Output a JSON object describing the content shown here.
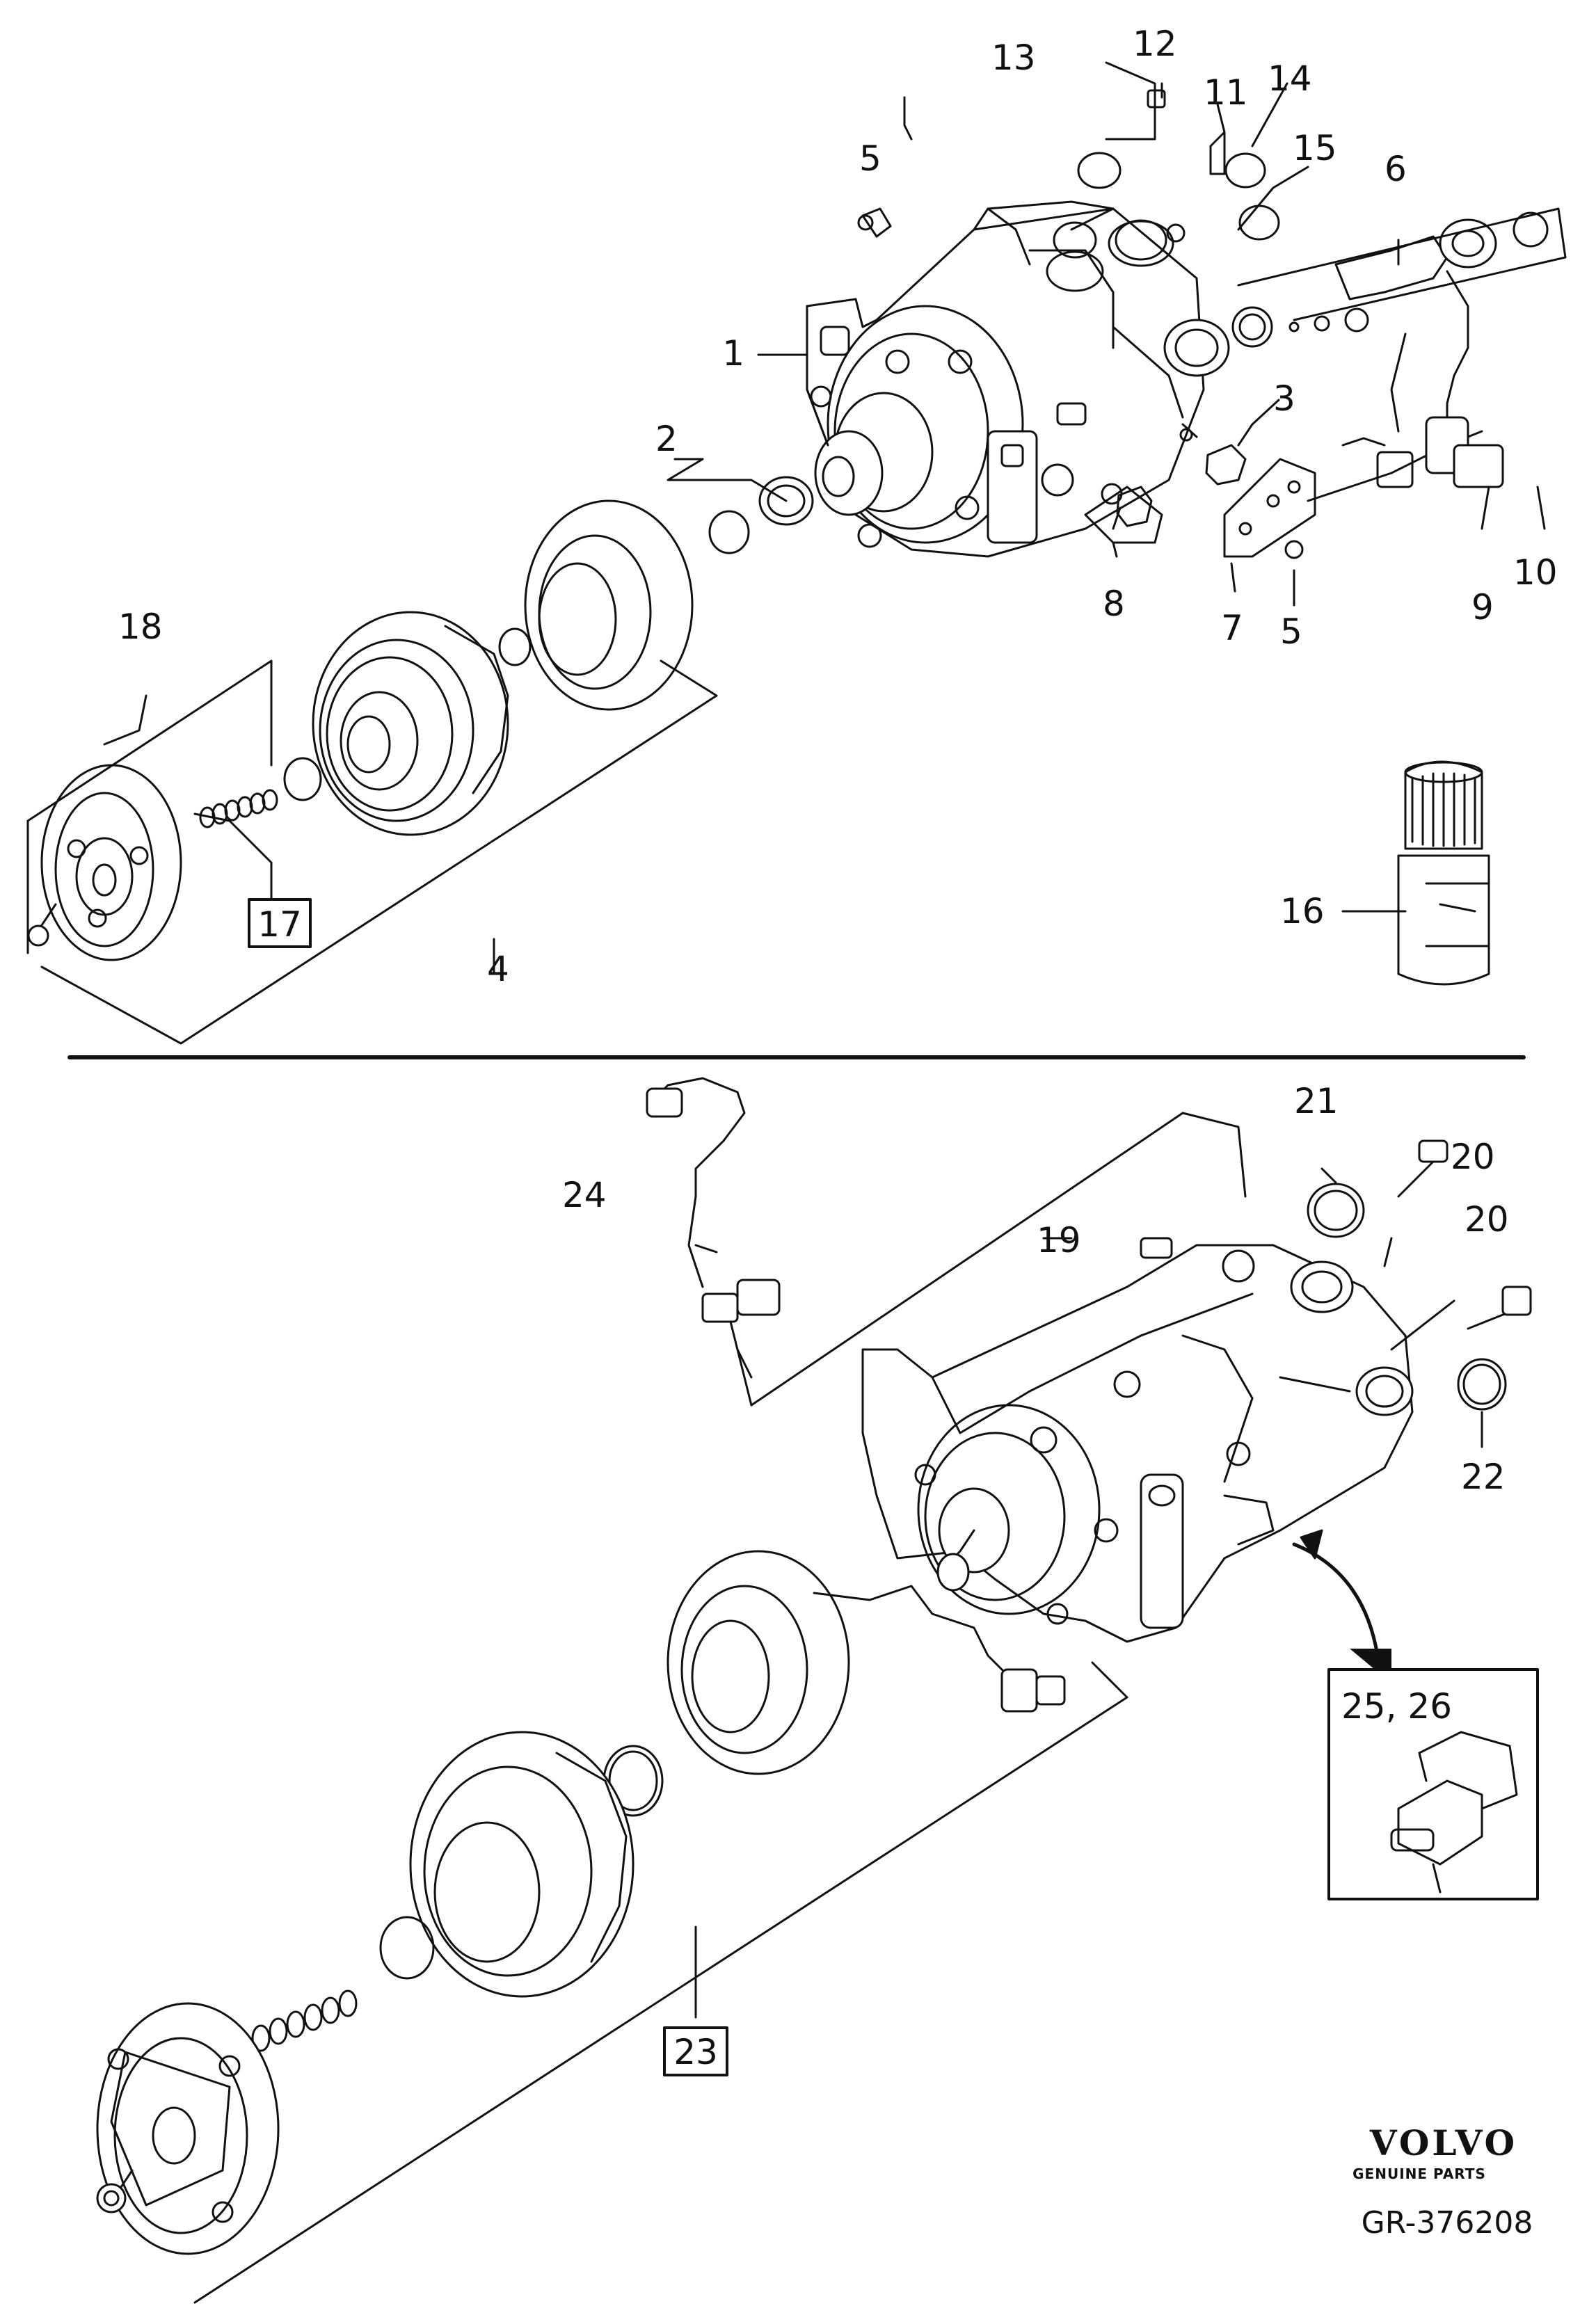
{
  "labels": {
    "l1": "1",
    "l2": "2",
    "l3": "3",
    "l4": "4",
    "l5a": "5",
    "l5b": "5",
    "l6": "6",
    "l7": "7",
    "l8": "8",
    "l9": "9",
    "l10": "10",
    "l11": "11",
    "l12": "12",
    "l13": "13",
    "l14": "14",
    "l15": "15",
    "l16": "16",
    "l17": "17",
    "l18": "18",
    "l19": "19",
    "l20a": "20",
    "l20b": "20",
    "l21": "21",
    "l22": "22",
    "l23": "23",
    "l24": "24",
    "l2526": "25, 26"
  },
  "brand": {
    "name": "VOLVO",
    "tagline": "GENUINE PARTS",
    "reference": "GR-376208"
  },
  "icons": [
    "compressor-icon",
    "pulley-icon",
    "clutch-plate-icon",
    "oil-bottle-icon",
    "connector-icon",
    "volvo-logo-icon"
  ]
}
